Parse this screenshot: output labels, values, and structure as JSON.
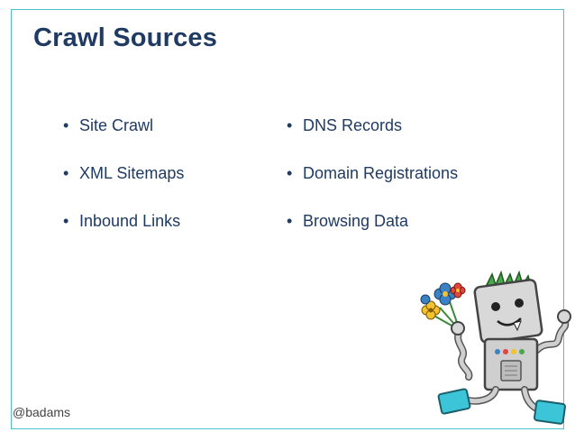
{
  "slide": {
    "title": "Crawl Sources",
    "left_bullets": [
      "Site Crawl",
      "XML Sitemaps",
      "Inbound Links"
    ],
    "right_bullets": [
      "DNS Records",
      "Domain Registrations",
      "Browsing Data"
    ],
    "handle": "@badams",
    "bullet_glyph": "•",
    "colors": {
      "title": "#1f3a63",
      "text": "#1f3a63",
      "frame": "#4cc3cc"
    },
    "mascot_icon": "googlebot-robot-with-flowers"
  }
}
